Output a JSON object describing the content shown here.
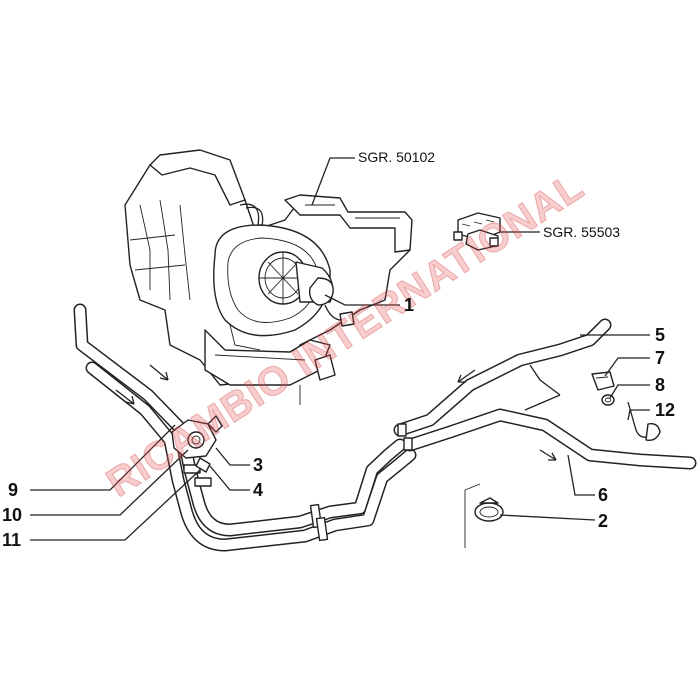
{
  "references": {
    "sgr_50102": "SGR. 50102",
    "sgr_55503": "SGR. 55503"
  },
  "callouts": {
    "c1": "1",
    "c2": "2",
    "c3": "3",
    "c4": "4",
    "c5": "5",
    "c6": "6",
    "c7": "7",
    "c8": "8",
    "c9": "9",
    "c10": "10",
    "c11": "11",
    "c12": "12"
  },
  "watermark": "RICAMBIO INTERNATIONAL",
  "colors": {
    "line": "#222222",
    "watermark": "#e34a4a"
  }
}
